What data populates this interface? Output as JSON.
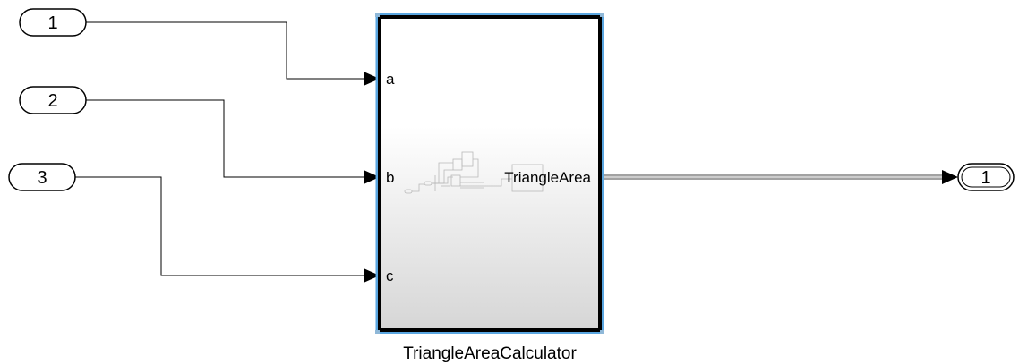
{
  "model": {
    "inports": [
      {
        "number": "1"
      },
      {
        "number": "2"
      },
      {
        "number": "3"
      }
    ],
    "outport": {
      "number": "1"
    },
    "subsystem": {
      "name": "TriangleAreaCalculator",
      "input_labels": [
        "a",
        "b",
        "c"
      ],
      "output_label": "TriangleArea"
    },
    "colors": {
      "selection_border": "#5aa6e0",
      "block_border": "#000000",
      "block_fill_top": "#ffffff",
      "block_fill_bottom": "#d8d8d8",
      "signal_line": "#000000",
      "bus_line": "#555555"
    }
  }
}
